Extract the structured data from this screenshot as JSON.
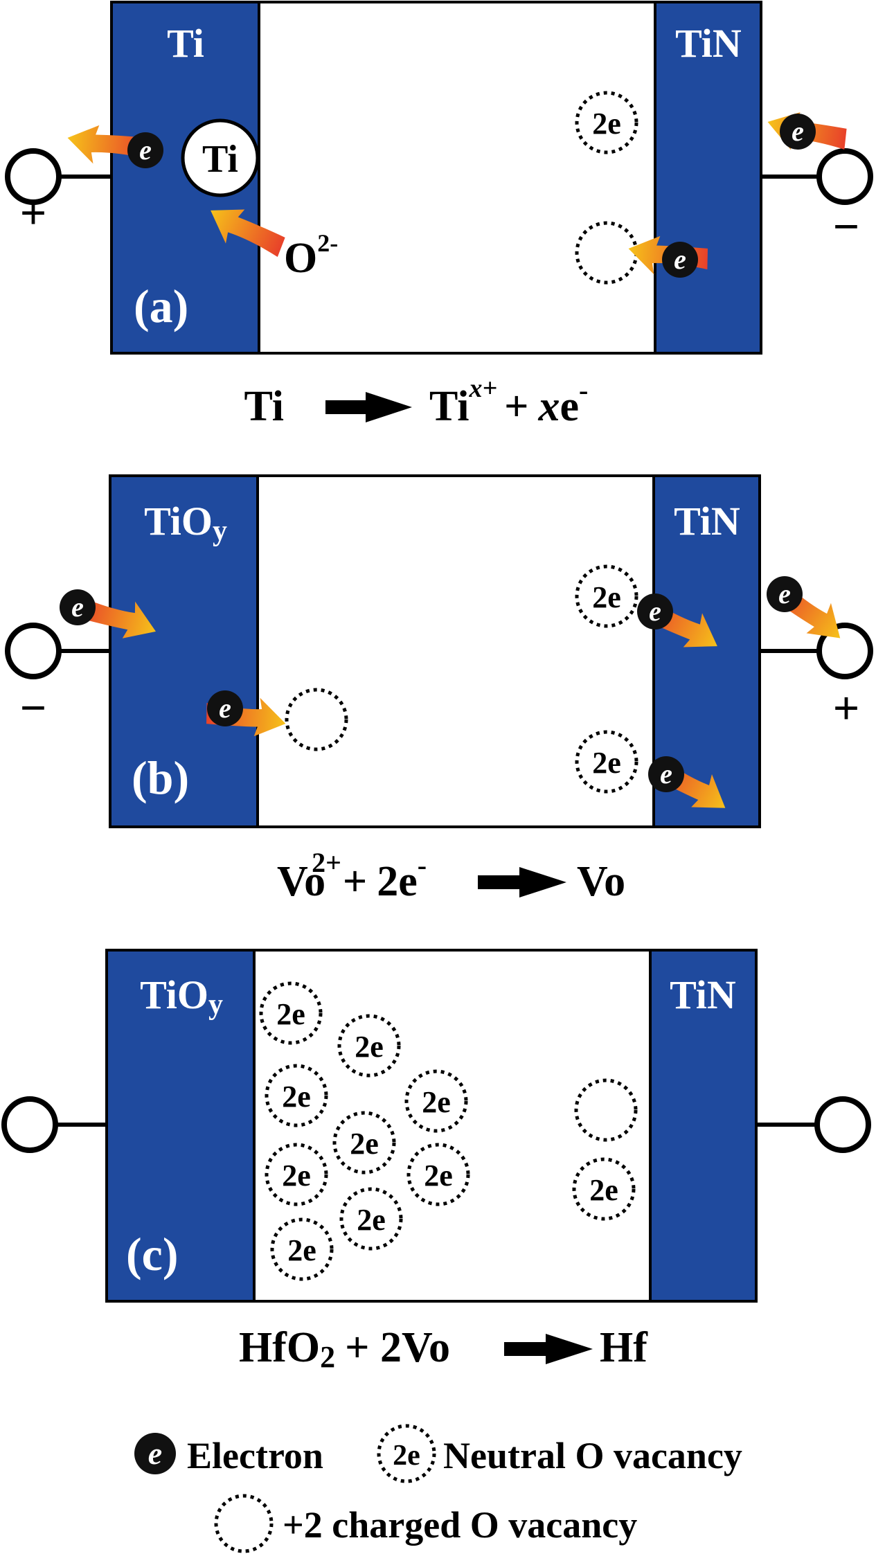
{
  "colors": {
    "electrode": "#1f4a9e",
    "arrow_start": "#e8402a",
    "arrow_end": "#f6c21a"
  },
  "panels": [
    {
      "tag": "(a)",
      "left_electrode": "Ti",
      "right_electrode": "TiN",
      "left_sign": "+",
      "right_sign": "−",
      "ti_atom_label": "Ti",
      "oxygen_ion": {
        "base": "O",
        "sup": "2-"
      },
      "vacancy_label": "2e",
      "equation": {
        "lhs": "Ti",
        "product": "Ti",
        "product_sup": "x+",
        "plus": "+",
        "coef": "x",
        "e": "e",
        "e_sup": "-"
      }
    },
    {
      "tag": "(b)",
      "left_electrode": "TiO",
      "left_electrode_sub": "y",
      "right_electrode": "TiN",
      "left_sign": "−",
      "right_sign": "+",
      "vacancy_label": "2e",
      "equation": {
        "reactant": "Vo",
        "reactant_sup": "2+",
        "plus": "+",
        "coef": "2e",
        "coef_sup": "-",
        "product": "Vo"
      }
    },
    {
      "tag": "(c)",
      "left_electrode": "TiO",
      "left_electrode_sub": "y",
      "right_electrode": "TiN",
      "vacancy_label": "2e",
      "equation": {
        "reactant": "HfO",
        "reactant_sub": "2",
        "plus": "+ 2Vo",
        "product": "Hf"
      }
    }
  ],
  "electron_symbol": "e",
  "legend": {
    "electron": "Electron",
    "neutral_vacancy_symbol": "2e",
    "neutral_vacancy": "Neutral O vacancy",
    "charged_vacancy": "+2 charged O vacancy"
  }
}
